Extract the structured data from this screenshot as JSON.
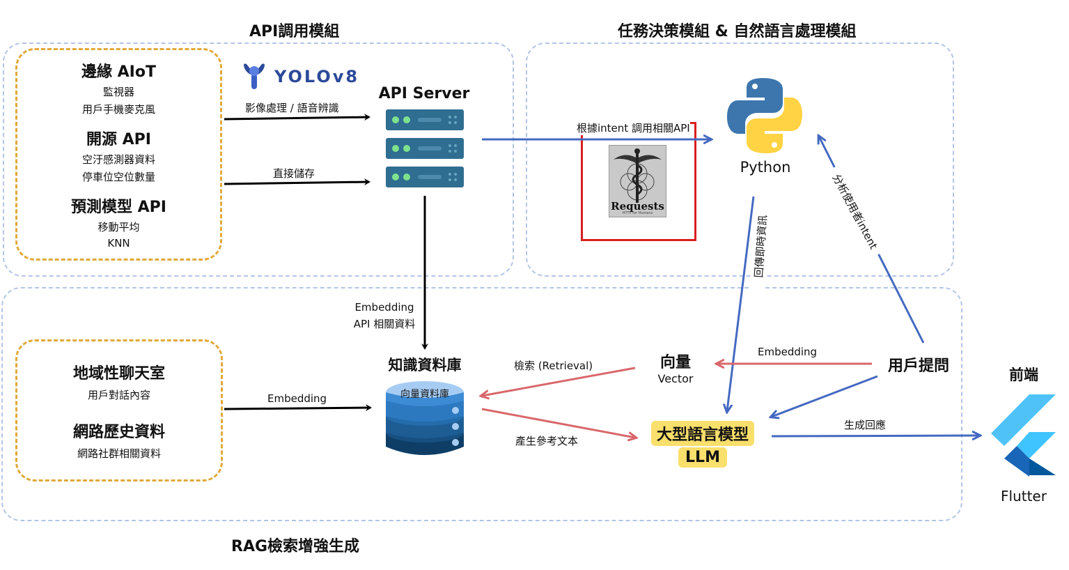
{
  "sections": {
    "api": "API調用模組",
    "task": "任務決策模組 & 自然語言處理模組",
    "rag": "RAG檢索增強生成"
  },
  "api_sources": {
    "edge": {
      "title": "邊緣 AIoT",
      "items": [
        "監視器",
        "用戶手機麥克風"
      ]
    },
    "open": {
      "title": "開源 API",
      "items": [
        "空汙感測器資料",
        "停車位空位數量"
      ]
    },
    "predict": {
      "title": "預測模型 API",
      "items": [
        "移動平均",
        "KNN"
      ]
    }
  },
  "yolo_logo": "YOLOv8",
  "api_server": "API Server",
  "edges": {
    "image_speech": "影像處理 / 語音辨識",
    "direct_store": "直接儲存",
    "intent_call": "根據intent 調用相關API",
    "embedding_api": [
      "Embedding",
      "API 相關資料"
    ],
    "rag_embedding": "Embedding",
    "retrieval": "檢索 (Retrieval)",
    "generate_ref": "產生參考文本",
    "q_embedding": "Embedding",
    "return_realtime": "回傳即時資訊",
    "analyze_intent": "分析使用者intent",
    "gen_reply": "生成回應"
  },
  "requests_logo": {
    "name": "Requests",
    "tagline": "HTTP for Humans"
  },
  "python_label": "Python",
  "rag_sources": {
    "chat": {
      "title": "地域性聊天室",
      "item": "用戶對話內容"
    },
    "history": {
      "title": "網路歷史資料",
      "item": "網路社群相關資料"
    }
  },
  "knowledge_db": {
    "title": "知識資料庫",
    "db_label": "向量資料庫"
  },
  "vector": {
    "title": "向量",
    "subtitle": "Vector"
  },
  "user_question": "用戶提問",
  "llm": [
    "大型語言模型",
    "LLM"
  ],
  "frontend": {
    "title": "前端",
    "label": "Flutter"
  },
  "colors": {
    "blue_arrow": "#4569c1",
    "red_arrow": "#d9676b",
    "dashed_region": "#b3c5e6",
    "dashed_source": "#e0a93a",
    "llm_bg": "#f9df6b"
  }
}
